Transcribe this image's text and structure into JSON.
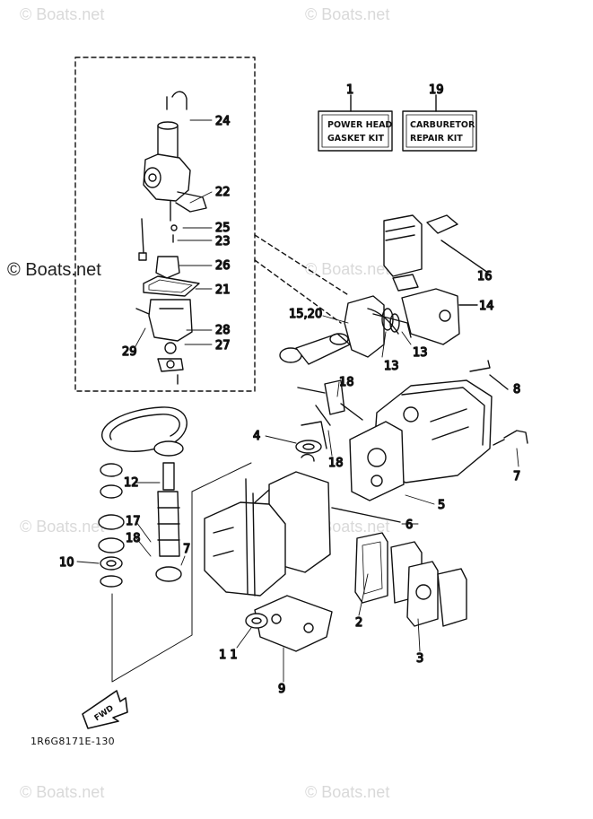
{
  "watermarks": {
    "top_left": "© Boats.net",
    "top_right": "© Boats.net",
    "mid_left": "© Boats.net",
    "mid_right": "© Boats.net",
    "lower_left": "© Boats.net",
    "lower_right": "© Boats.net",
    "bottom_left": "© Boats.net",
    "bottom_right": "© Boats.net"
  },
  "kits": {
    "power_head": {
      "number": "1",
      "line1": "POWER HEAD",
      "line2": "GASKET KIT"
    },
    "carburetor": {
      "number": "19",
      "line1": "CARBURETOR",
      "line2": "REPAIR KIT"
    }
  },
  "callouts": {
    "c24": "24",
    "c22": "22",
    "c25": "25",
    "c23": "23",
    "c26": "26",
    "c21": "21",
    "c28": "28",
    "c27": "27",
    "c29": "29",
    "c16": "16",
    "c14": "14",
    "c15_20": "15,20",
    "c13a": "13",
    "c13b": "13",
    "c8": "8",
    "c18a": "18",
    "c18b": "18",
    "c4": "4",
    "c7a": "7",
    "c5": "5",
    "c6": "6",
    "c12": "12",
    "c17": "17",
    "c18c": "18",
    "c7b": "7",
    "c10": "10",
    "c2": "2",
    "c3": "3",
    "c11": "1 1",
    "c9": "9"
  },
  "fwd_label": "FWD",
  "drawing_ref": "1R6G8171E-130"
}
